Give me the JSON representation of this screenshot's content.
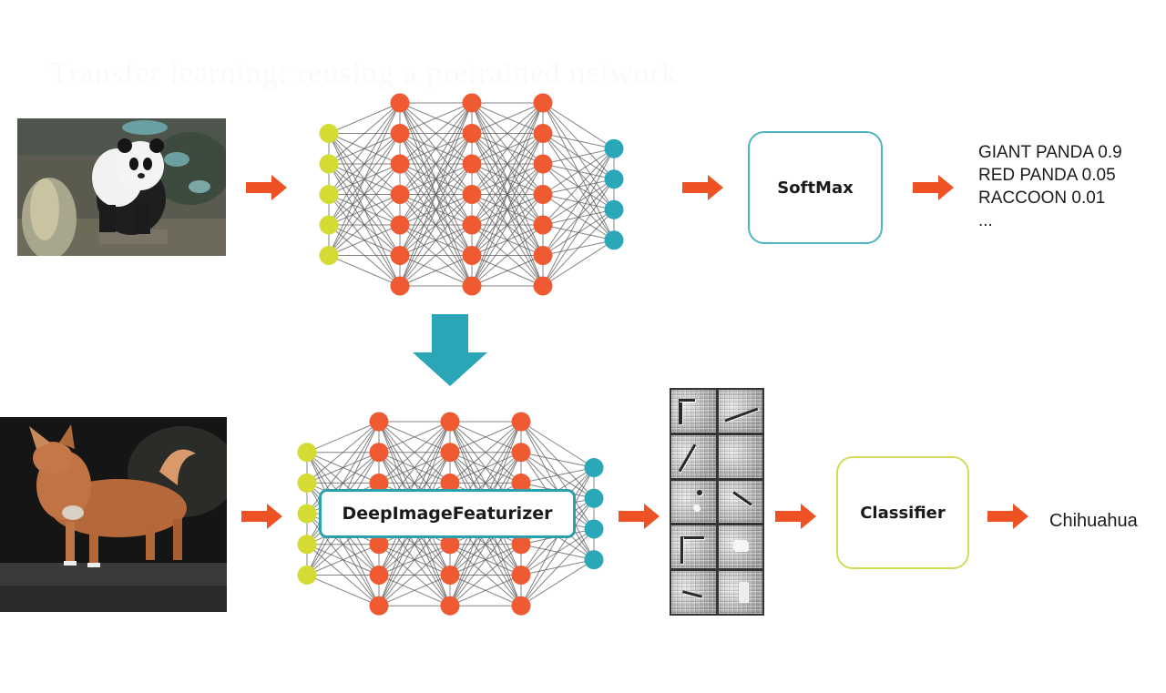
{
  "diagram": {
    "ghost_title": "Transfer learning: reusing a pretrained network",
    "top_row": {
      "input_image": {
        "subject": "giant panda photo",
        "icon": "panda-image"
      },
      "network_label": "",
      "softmax_label": "SoftMax",
      "predictions": [
        "GIANT PANDA 0.9",
        "RED PANDA 0.05",
        "RACCOON 0.01",
        "..."
      ]
    },
    "transfer_arrow": {
      "icon": "down-arrow-icon"
    },
    "bottom_row": {
      "input_image": {
        "subject": "chihuahua dog photo",
        "icon": "dog-image"
      },
      "featurizer_label": "DeepImageFeaturizer",
      "feature_maps": {
        "rows": 5,
        "cols": 2,
        "icon": "feature-map-grid"
      },
      "classifier_label": "Classifier",
      "result_label": "Chihuahua"
    },
    "network": {
      "layers": [
        {
          "role": "input",
          "nodes": 5,
          "color": "#d4dc34"
        },
        {
          "role": "hidden",
          "nodes": 7,
          "color": "#f05a32"
        },
        {
          "role": "hidden",
          "nodes": 7,
          "color": "#f05a32"
        },
        {
          "role": "hidden",
          "nodes": 7,
          "color": "#f05a32"
        },
        {
          "role": "output",
          "nodes": 4,
          "color": "#2aa8b8"
        }
      ],
      "edge_color": "#5a5a5a"
    },
    "colors": {
      "arrow": "#ee5124",
      "transfer_arrow": "#2aa6b6",
      "softmax_border": "#4fb4c2",
      "classifier_border": "#d3dc5a",
      "featurizer_border": "#2a9fae"
    }
  }
}
